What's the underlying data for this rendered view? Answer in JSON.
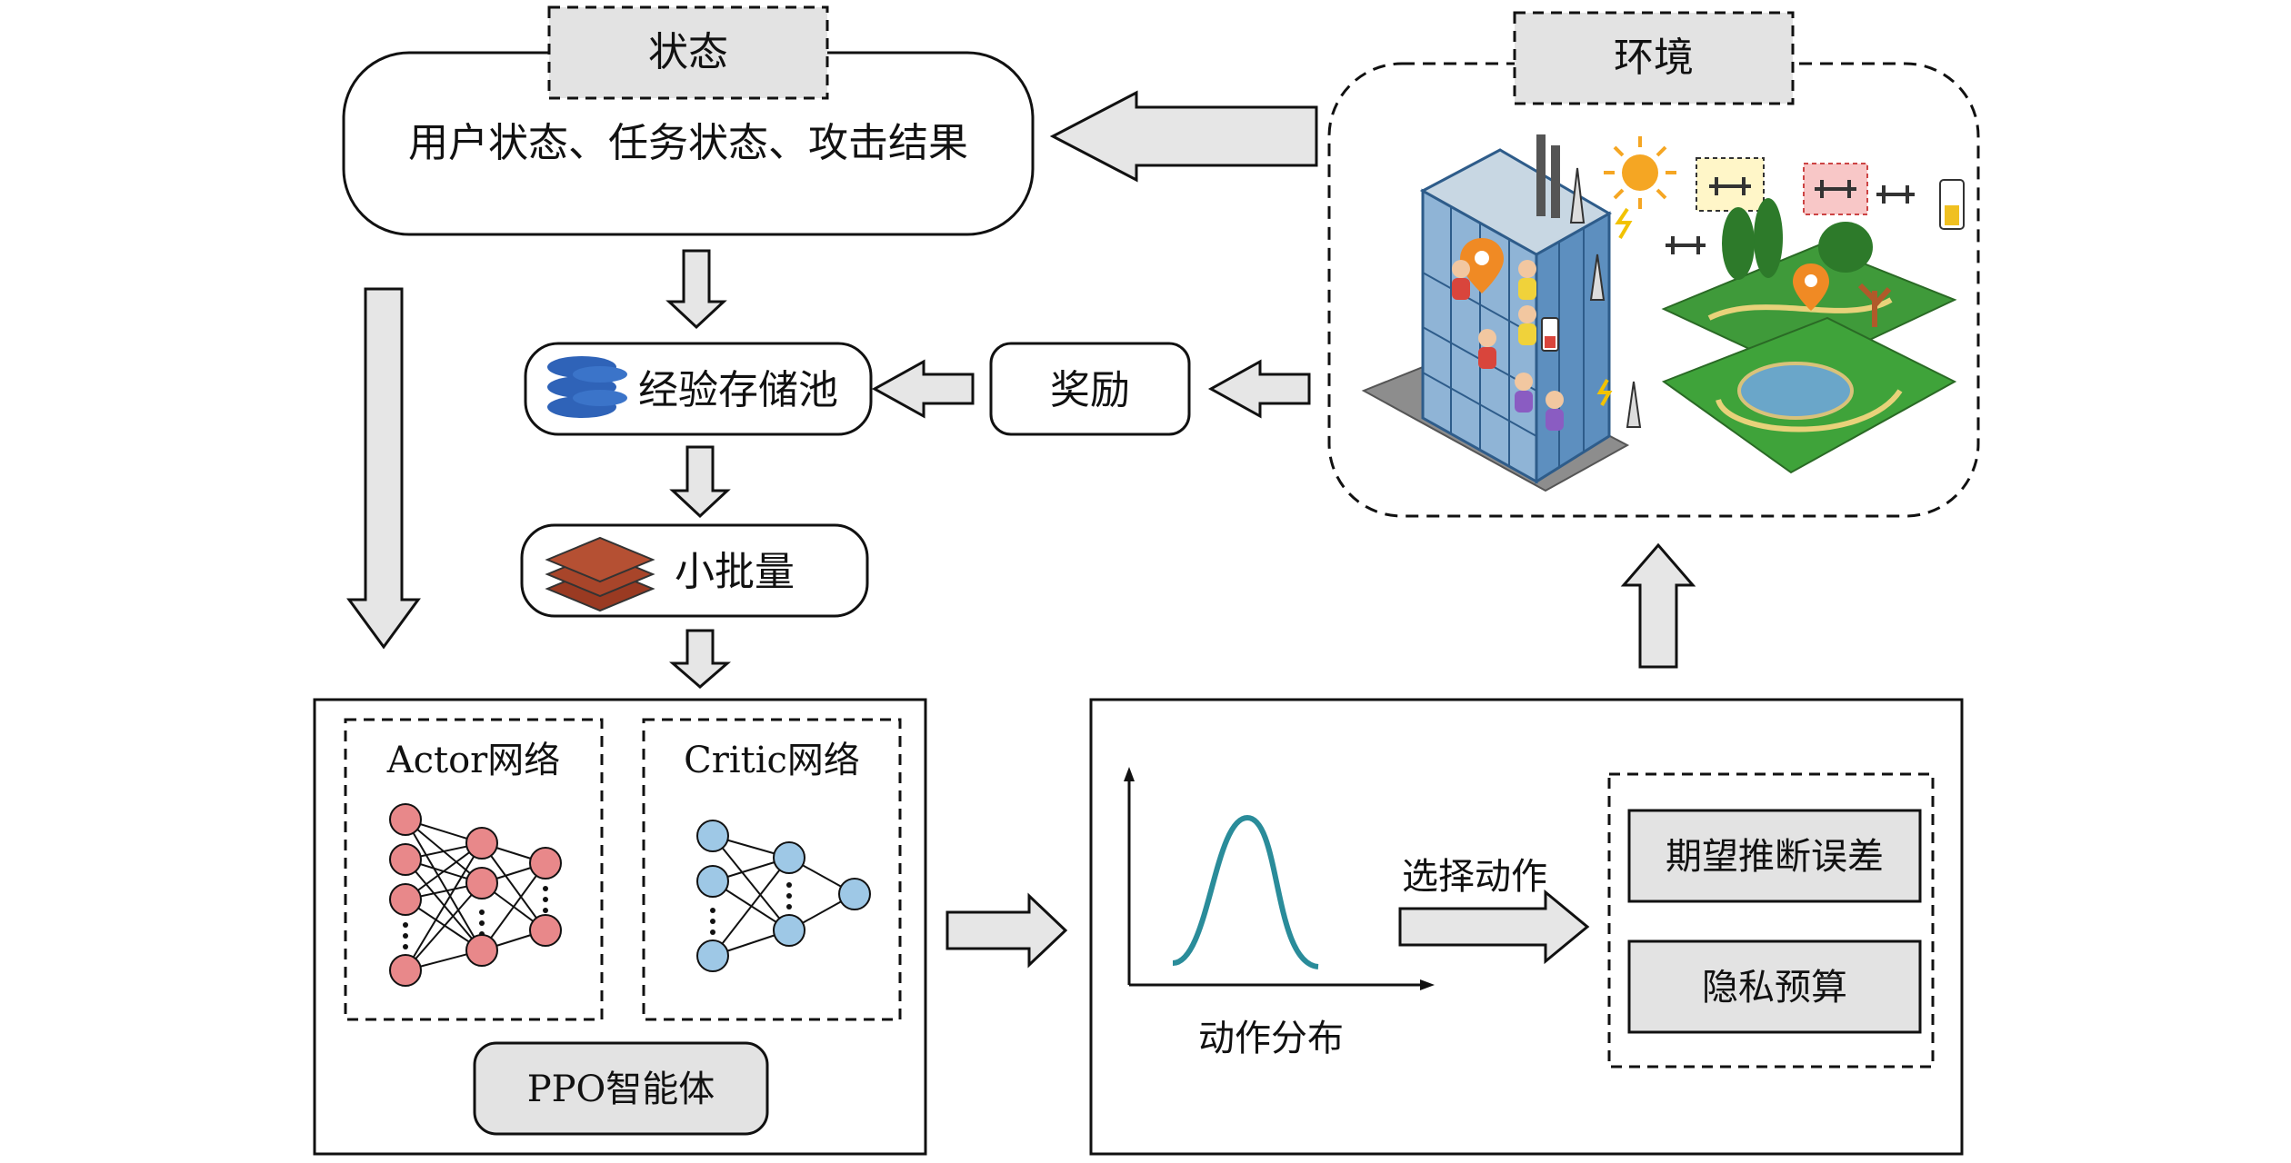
{
  "state": {
    "title": "状态",
    "content": "用户状态、任务状态、攻击结果"
  },
  "environment": {
    "title": "环境"
  },
  "experience_pool": {
    "label": "经验存储池"
  },
  "reward": {
    "label": "奖励"
  },
  "minibatch": {
    "label": "小批量"
  },
  "agent": {
    "actor_label": "Actor网络",
    "critic_label": "Critic网络",
    "name": "PPO智能体"
  },
  "action": {
    "distribution_label": "动作分布",
    "select_label": "选择动作",
    "outputs": [
      "期望推断误差",
      "隐私预算"
    ]
  },
  "colors": {
    "arrow_fill": "#e6e6e6",
    "box_fill": "#e3e3e3",
    "actor_node": "#e8888a",
    "critic_node": "#9ec8e6",
    "curve": "#2a8c9a",
    "pool_blue": "#2f63b8",
    "batch_brown": "#9a3a22"
  }
}
